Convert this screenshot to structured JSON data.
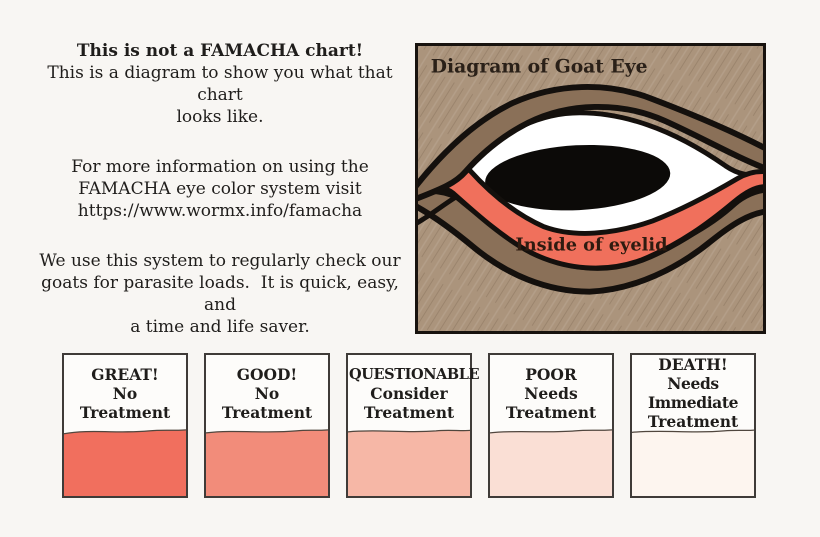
{
  "intro": {
    "title": "This is not a FAMACHA chart!",
    "subtitle_lines": [
      "This is a diagram to show you what that chart",
      "looks like."
    ],
    "info_lines": [
      "For more information on using the",
      "FAMACHA eye color system visit",
      "https://www.wormx.info/famacha"
    ],
    "usage_lines": [
      "We use this system to regularly check our",
      "goats for parasite loads.  It is quick, easy, and",
      "a time and life saver."
    ]
  },
  "diagram": {
    "title": "Diagram of Goat Eye",
    "eyelid_label": "Inside of eyelid",
    "colors": {
      "skin": "#ab947c",
      "eyelid_brown": "#8a7058",
      "inner_eyelid": "#f0705c",
      "sclera": "#ffffff",
      "pupil": "#0c0a08",
      "outline": "#14100d",
      "title_text": "#2a2018",
      "label_text": "#2e1b10"
    }
  },
  "famacha_scale": {
    "cards": [
      {
        "score": "GREAT!",
        "line1": "No Treatment",
        "line2": "",
        "color": "#f16f5e"
      },
      {
        "score": "GOOD!",
        "line1": "No Treatment",
        "line2": "",
        "color": "#f28c7a"
      },
      {
        "score": "QUESTIONABLE",
        "line1": "Consider",
        "line2": "Treatment",
        "color": "#f6b7a6"
      },
      {
        "score": "POOR",
        "line1": "Needs",
        "line2": "Treatment",
        "color": "#fadfd5"
      },
      {
        "score": "DEATH!",
        "line1": "Needs Immediate",
        "line2": "Treatment",
        "color": "#fdf5ef"
      }
    ]
  }
}
